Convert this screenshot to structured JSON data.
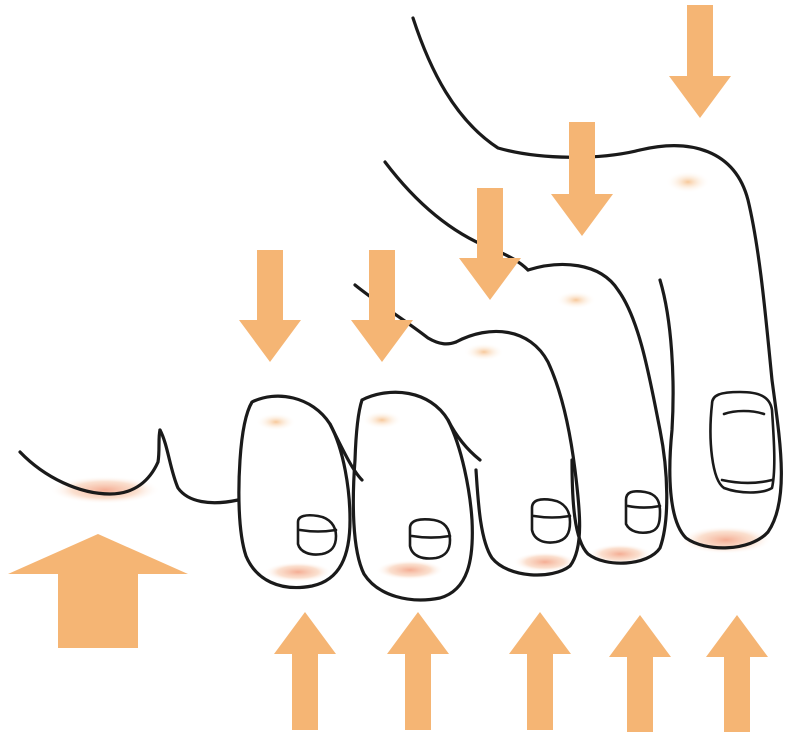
{
  "colors": {
    "arrow": "#F5B574",
    "outline": "#1A1A1A",
    "skin": "#FFFFFF",
    "pressure_tint": "#F7C6A8"
  },
  "figure": {
    "subject": "foot-toes-side-view",
    "toe_count": 5,
    "down_arrow_count": 5,
    "up_arrow_count": 5,
    "large_up_arrow_count": 1
  }
}
